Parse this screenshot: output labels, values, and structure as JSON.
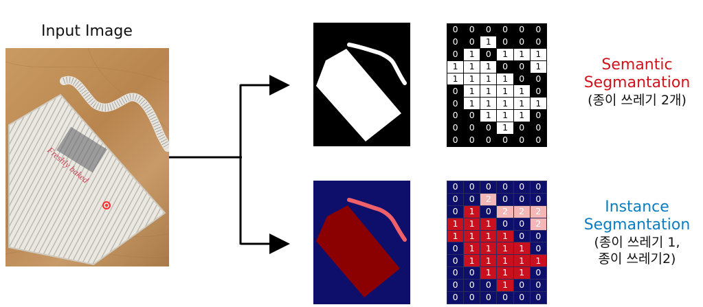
{
  "input_title": "Input Image",
  "photo_text": "Freshly baked",
  "semantic": {
    "title_line1": "Semantic",
    "title_line2": "Segmantation",
    "subtitle": "(종이 쓰레기 2개)",
    "title_color": "#d0131b",
    "mask_bg": "#000000",
    "mask_fg": "#ffffff",
    "grid": [
      [
        0,
        0,
        0,
        0,
        0,
        0
      ],
      [
        0,
        0,
        1,
        0,
        0,
        0
      ],
      [
        0,
        1,
        0,
        1,
        1,
        1
      ],
      [
        1,
        1,
        1,
        0,
        0,
        1
      ],
      [
        1,
        1,
        1,
        1,
        0,
        0
      ],
      [
        0,
        1,
        1,
        1,
        1,
        0
      ],
      [
        0,
        1,
        1,
        1,
        1,
        1
      ],
      [
        0,
        0,
        1,
        1,
        1,
        0
      ],
      [
        0,
        0,
        0,
        1,
        0,
        0
      ],
      [
        0,
        0,
        0,
        0,
        0,
        0
      ]
    ]
  },
  "instance": {
    "title_line1": "Instance",
    "title_line2": "Segmantation",
    "subtitle_line1": "(종이 쓰레기 1,",
    "subtitle_line2": "종이 쓰레기2)",
    "title_color": "#0a7dc2",
    "mask_bg": "#0d0f6b",
    "instance1_color": "#8b0000",
    "instance2_color": "#f0606a",
    "grid": [
      [
        0,
        0,
        0,
        0,
        0,
        0
      ],
      [
        0,
        0,
        2,
        0,
        0,
        0
      ],
      [
        0,
        1,
        0,
        2,
        2,
        2
      ],
      [
        1,
        1,
        1,
        0,
        0,
        2
      ],
      [
        1,
        1,
        1,
        1,
        0,
        0
      ],
      [
        0,
        1,
        1,
        1,
        1,
        0
      ],
      [
        0,
        1,
        1,
        1,
        1,
        1
      ],
      [
        0,
        0,
        1,
        1,
        1,
        0
      ],
      [
        0,
        0,
        0,
        1,
        0,
        0
      ],
      [
        0,
        0,
        0,
        0,
        0,
        0
      ]
    ]
  }
}
